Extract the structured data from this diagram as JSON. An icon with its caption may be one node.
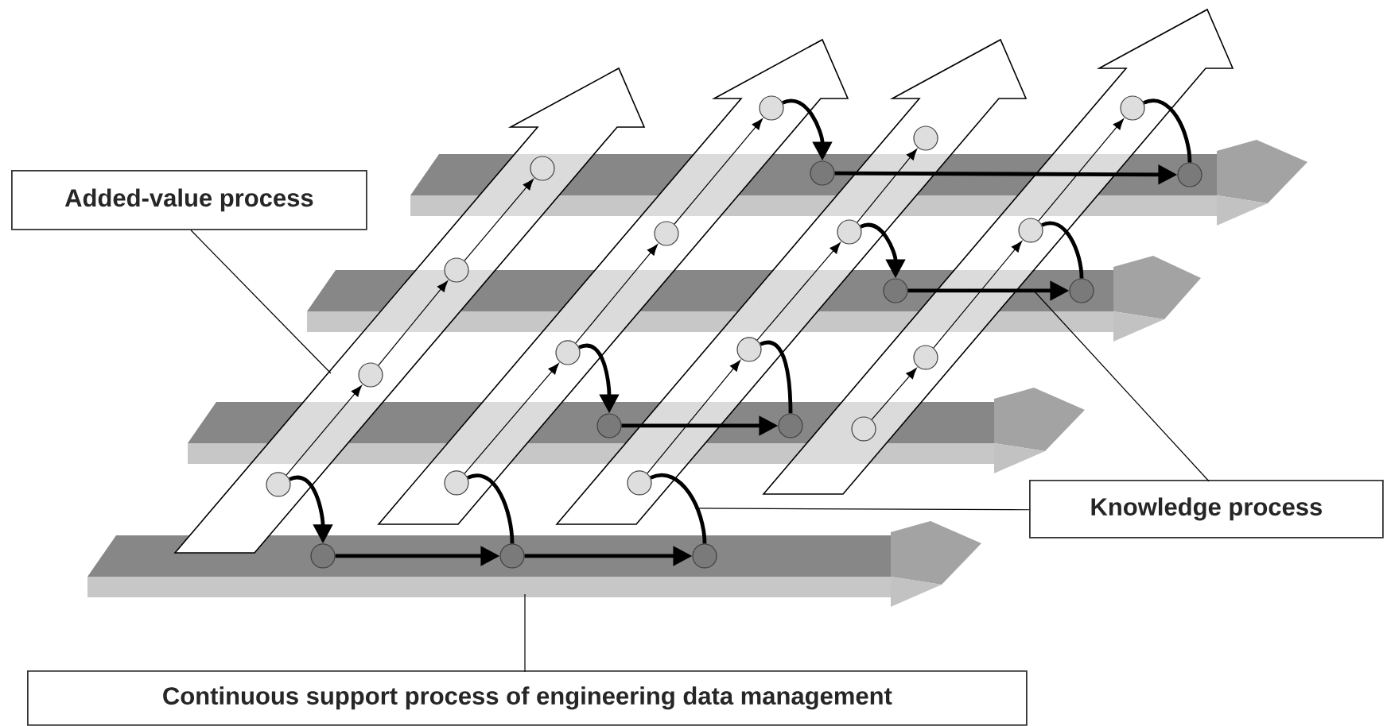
{
  "diagram": {
    "nodes": [
      {
        "text": [
          "Added-value process"
        ]
      },
      {
        "text": [
          "Knowledge process"
        ]
      },
      {
        "text": [
          "Continuous support process of engineering data management"
        ]
      },
      {
        "text": [],
        "shape": "arrow"
      },
      {
        "text": [],
        "shape": "arrow"
      },
      {
        "text": [],
        "shape": "arrow"
      },
      {
        "text": [],
        "shape": "arrow"
      },
      {
        "text": [],
        "shape": "arrow"
      },
      {
        "text": [],
        "shape": "arrow"
      },
      {
        "text": [],
        "shape": "arrow"
      },
      {
        "text": [],
        "shape": "arrow"
      },
      {
        "text": [],
        "shape": "circle",
        "in": 7
      },
      {
        "text": [],
        "shape": "circle",
        "in": 7
      },
      {
        "text": [],
        "shape": "circle"
      },
      {
        "text": [],
        "shape": "circle"
      },
      {
        "text": [],
        "shape": "circle",
        "in": 8
      },
      {
        "text": [],
        "shape": "circle",
        "in": 8
      },
      {
        "text": [],
        "shape": "circle",
        "in": 8
      },
      {
        "text": [],
        "shape": "circle",
        "in": 8
      },
      {
        "text": [],
        "shape": "circle",
        "in": 9
      },
      {
        "text": [],
        "shape": "circle",
        "in": 9
      },
      {
        "text": [],
        "shape": "circle",
        "in": 9
      },
      {
        "text": [],
        "shape": "circle",
        "in": 9
      },
      {
        "text": [],
        "shape": "circle"
      },
      {
        "text": [],
        "shape": "circle",
        "in": 10
      },
      {
        "text": [],
        "shape": "circle",
        "in": 10
      },
      {
        "text": [],
        "shape": "circle",
        "in": 10
      },
      {
        "text": [],
        "shape": "circle",
        "in": 3
      },
      {
        "text": [],
        "shape": "circle",
        "in": 3
      },
      {
        "text": [],
        "shape": "circle",
        "in": 4
      },
      {
        "text": [],
        "shape": "circle",
        "in": 4
      },
      {
        "text": [],
        "shape": "circle",
        "in": 5
      },
      {
        "text": [],
        "shape": "circle",
        "in": 5
      },
      {
        "text": [],
        "shape": "circle",
        "in": 6
      },
      {
        "text": [],
        "shape": "circle",
        "in": 6
      },
      {
        "text": [],
        "shape": "circle",
        "in": 6
      }
    ],
    "edges": [
      {
        "from": 11,
        "to": 12,
        "arrow": "to"
      },
      {
        "from": 12,
        "to": 13,
        "arrow": "to"
      },
      {
        "from": 13,
        "to": 14,
        "arrow": "to"
      },
      {
        "from": 15,
        "to": 16,
        "arrow": "to"
      },
      {
        "from": 16,
        "to": 17,
        "arrow": "to"
      },
      {
        "from": 17,
        "to": 18,
        "arrow": "to"
      },
      {
        "from": 19,
        "to": 20,
        "arrow": "to"
      },
      {
        "from": 20,
        "to": 21,
        "arrow": "to"
      },
      {
        "from": 21,
        "to": 22,
        "arrow": "to"
      },
      {
        "from": 23,
        "to": 24,
        "arrow": "to"
      },
      {
        "from": 24,
        "to": 25,
        "arrow": "to"
      },
      {
        "from": 25,
        "to": 26,
        "arrow": "to"
      },
      {
        "from": 18,
        "to": 27,
        "arrow": "to",
        "style": "thick"
      },
      {
        "from": 26,
        "to": 28,
        "arrow": "none",
        "style": "thick"
      },
      {
        "from": 21,
        "to": 29,
        "arrow": "to",
        "style": "thick"
      },
      {
        "from": 25,
        "to": 30,
        "arrow": "none",
        "style": "thick"
      },
      {
        "from": 16,
        "to": 31,
        "arrow": "to",
        "style": "thick"
      },
      {
        "from": 20,
        "to": 32,
        "arrow": "none",
        "style": "thick"
      },
      {
        "from": 11,
        "to": 33,
        "arrow": "to",
        "style": "thick"
      },
      {
        "from": 15,
        "to": 34,
        "arrow": "none",
        "style": "thick"
      },
      {
        "from": 19,
        "to": 35,
        "arrow": "none",
        "style": "thick"
      },
      {
        "from": 27,
        "to": 28,
        "arrow": "to",
        "style": "thick"
      },
      {
        "from": 29,
        "to": 30,
        "arrow": "to",
        "style": "thick"
      },
      {
        "from": 31,
        "to": 32,
        "arrow": "to",
        "style": "thick"
      },
      {
        "from": 33,
        "to": 34,
        "arrow": "to",
        "style": "thick"
      },
      {
        "from": 34,
        "to": 35,
        "arrow": "to",
        "style": "thick"
      },
      {
        "from": 0,
        "to": 7,
        "arrow": "none"
      },
      {
        "from": 1,
        "to": 4,
        "arrow": "none"
      },
      {
        "from": 1,
        "to": 6,
        "arrow": "none"
      },
      {
        "from": 2,
        "to": 6,
        "arrow": "none"
      }
    ]
  }
}
